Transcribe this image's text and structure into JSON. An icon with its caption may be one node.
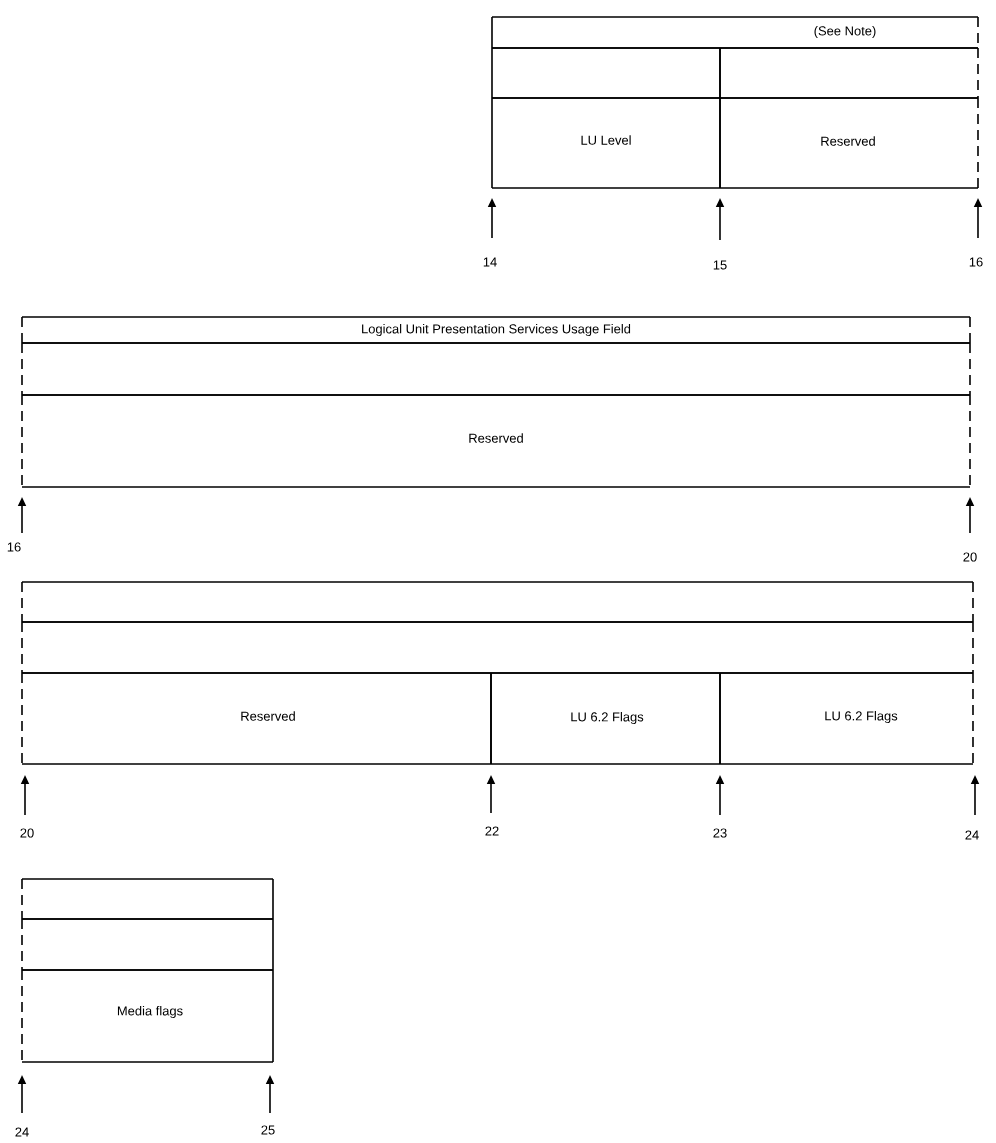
{
  "diagram": {
    "nodes": [
      {
        "text": [
          "(See Note)"
        ]
      },
      {
        "text": [],
        "shape": "box"
      },
      {
        "text": [],
        "shape": "box"
      },
      {
        "text": [
          "LU Level"
        ]
      },
      {
        "text": [
          "Reserved"
        ]
      },
      {
        "text": [
          "Logical Unit Presentation Services Usage Field"
        ]
      },
      {
        "text": [],
        "shape": "box"
      },
      {
        "text": [
          "Reserved"
        ]
      },
      {
        "text": [],
        "shape": "box"
      },
      {
        "text": [],
        "shape": "box"
      },
      {
        "text": [
          "Reserved"
        ]
      },
      {
        "text": [
          "LU 6.2 Flags"
        ]
      },
      {
        "text": [
          "LU 6.2 Flags"
        ]
      },
      {
        "text": [],
        "shape": "box"
      },
      {
        "text": [],
        "shape": "box"
      },
      {
        "text": [
          "Media flags"
        ]
      }
    ],
    "labels": [
      "14",
      "15",
      "16",
      "16",
      "20",
      "20",
      "22",
      "23",
      "24",
      "24",
      "25"
    ]
  }
}
